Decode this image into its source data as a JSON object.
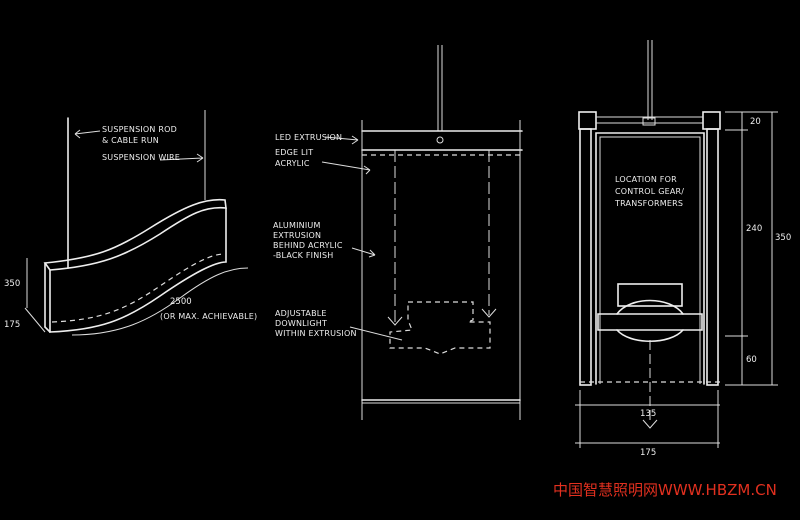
{
  "colors": {
    "background": "#000000",
    "line": "#eeeeee",
    "watermark": "#e2301f"
  },
  "perspective": {
    "labels": [
      "SUSPENSION ROD",
      "& CABLE RUN",
      "SUSPENSION WIRE"
    ],
    "dim_height": "350",
    "dim_depth": "175",
    "dim_length": "2500",
    "dim_length_note": "(OR MAX. ACHIEVABLE)"
  },
  "elevation": {
    "labels": [
      "LED EXTRUSION",
      "EDGE LIT",
      "ACRYLIC",
      "ALUMINIUM",
      "EXTRUSION",
      "BEHIND ACRYLIC",
      "-BLACK FINISH",
      "ADJUSTABLE",
      "DOWNLIGHT",
      "WITHIN EXTRUSION"
    ]
  },
  "section": {
    "labels": [
      "LOCATION FOR",
      "CONTROL GEAR/",
      "TRANSFORMERS"
    ],
    "dims": {
      "top": "20",
      "middle": "240",
      "overall": "350",
      "bottom": "60",
      "inner_width": "135",
      "overall_width": "175"
    }
  },
  "watermark": "中国智慧照明网WWW.HBZM.CN"
}
